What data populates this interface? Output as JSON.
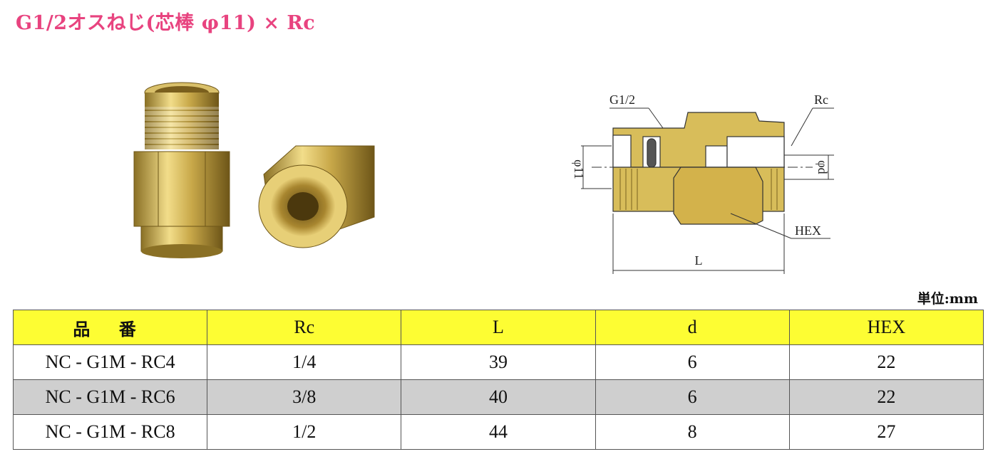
{
  "title": "G1/2オスねじ(芯棒 φ11) × Rc",
  "unit_label": "単位:mm",
  "drawing": {
    "label_g": "G1/2",
    "label_rc": "Rc",
    "label_d": "φd",
    "label_11": "φ11",
    "label_hex": "HEX",
    "label_l": "L"
  },
  "table": {
    "headers": [
      "品 番",
      "Rc",
      "L",
      "d",
      "HEX"
    ],
    "rows": [
      [
        "NC - G1M - RC4",
        "1/4",
        "39",
        "6",
        "22"
      ],
      [
        "NC - G1M - RC6",
        "3/8",
        "40",
        "6",
        "22"
      ],
      [
        "NC - G1M - RC8",
        "1/2",
        "44",
        "8",
        "27"
      ]
    ]
  },
  "colors": {
    "title": "#e8437f",
    "header_bg": "#fdfd33",
    "shaded_row": "#cfcfcf",
    "brass": "#d8bd5a"
  }
}
